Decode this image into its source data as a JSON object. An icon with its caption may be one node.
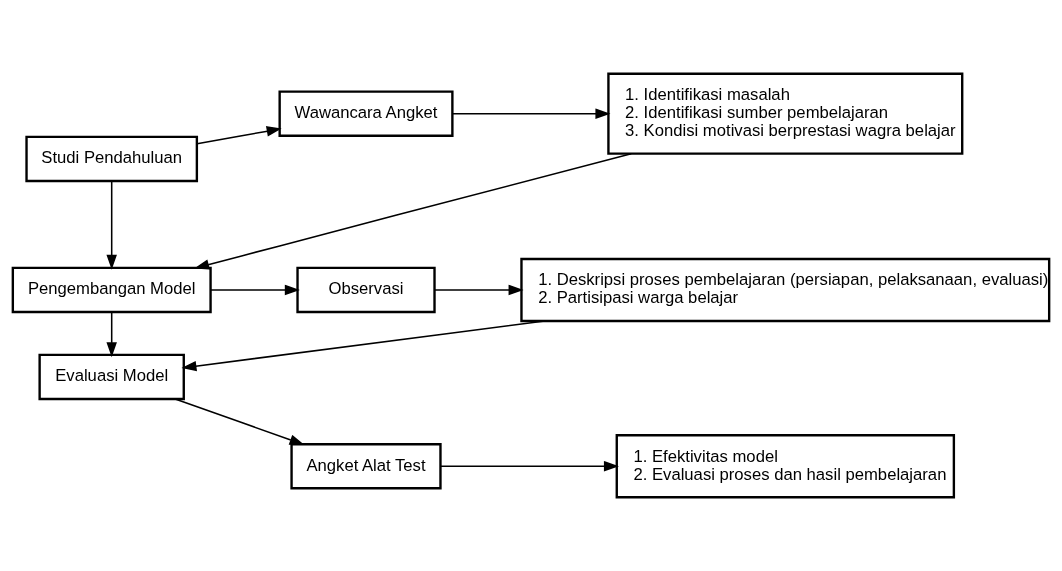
{
  "diagram": {
    "nodes": [
      {
        "text": [
          "Studi Pendahuluan"
        ]
      },
      {
        "text": [
          "Wawancara Angket"
        ]
      },
      {
        "text": [
          "1. Identifikasi masalah",
          "2. Identifikasi sumber pembelajaran",
          "3. Kondisi motivasi berprestasi wagra belajar"
        ]
      },
      {
        "text": [
          "Pengembangan Model"
        ]
      },
      {
        "text": [
          "Observasi"
        ]
      },
      {
        "text": [
          "1. Deskripsi proses pembelajaran (persiapan, pelaksanaan, evaluasi)",
          "2. Partisipasi warga belajar"
        ]
      },
      {
        "text": [
          "Evaluasi Model"
        ]
      },
      {
        "text": [
          "Angket Alat Test"
        ]
      },
      {
        "text": [
          "1. Efektivitas model",
          "2. Evaluasi proses dan hasil pembelajaran"
        ]
      }
    ],
    "edges": [
      {
        "from": 0,
        "to": 1,
        "arrow": "to"
      },
      {
        "from": 1,
        "to": 2,
        "arrow": "to"
      },
      {
        "from": 0,
        "to": 3,
        "arrow": "to"
      },
      {
        "from": 2,
        "to": 3,
        "arrow": "to"
      },
      {
        "from": 3,
        "to": 4,
        "arrow": "to"
      },
      {
        "from": 4,
        "to": 5,
        "arrow": "to"
      },
      {
        "from": 3,
        "to": 6,
        "arrow": "to"
      },
      {
        "from": 5,
        "to": 6,
        "arrow": "to"
      },
      {
        "from": 6,
        "to": 7,
        "arrow": "to"
      },
      {
        "from": 7,
        "to": 8,
        "arrow": "to"
      }
    ]
  }
}
